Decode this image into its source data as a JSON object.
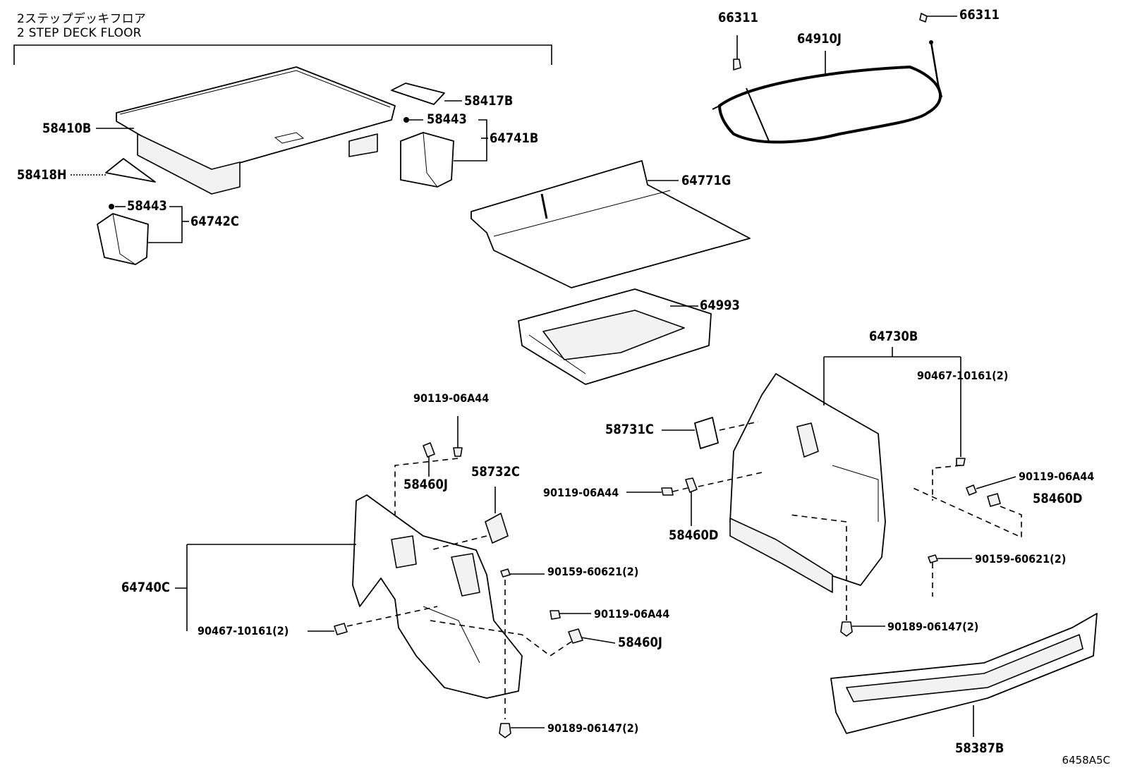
{
  "header": {
    "title_jp": "2ステップデッキフロア",
    "title_en": "2 STEP DECK FLOOR"
  },
  "parts": {
    "p66311_a": "66311",
    "p66311_b": "66311",
    "p64910J": "64910J",
    "p58417B": "58417B",
    "p58443_a": "58443",
    "p64741B": "64741B",
    "p58410B": "58410B",
    "p58418H": "58418H",
    "p58443_b": "58443",
    "p64742C": "64742C",
    "p64771G": "64771G",
    "p64993": "64993",
    "p64730B": "64730B",
    "p90467_r": "90467-10161(2)",
    "p90119_l": "90119-06A44",
    "p58460J_a": "58460J",
    "p58732C": "58732C",
    "p58731C": "58731C",
    "p90119_c": "90119-06A44",
    "p58460D_a": "58460D",
    "p90119_r": "90119-06A44",
    "p58460D_b": "58460D",
    "p64740C": "64740C",
    "p90159_l": "90159-60621(2)",
    "p90159_r": "90159-60621(2)",
    "p90119_bl": "90119-06A44",
    "p58460J_b": "58460J",
    "p90467_l": "90467-10161(2)",
    "p90189_r": "90189-06147(2)",
    "p90189_l": "90189-06147(2)",
    "p58387B": "58387B"
  },
  "diagram_code": "6458A5C"
}
